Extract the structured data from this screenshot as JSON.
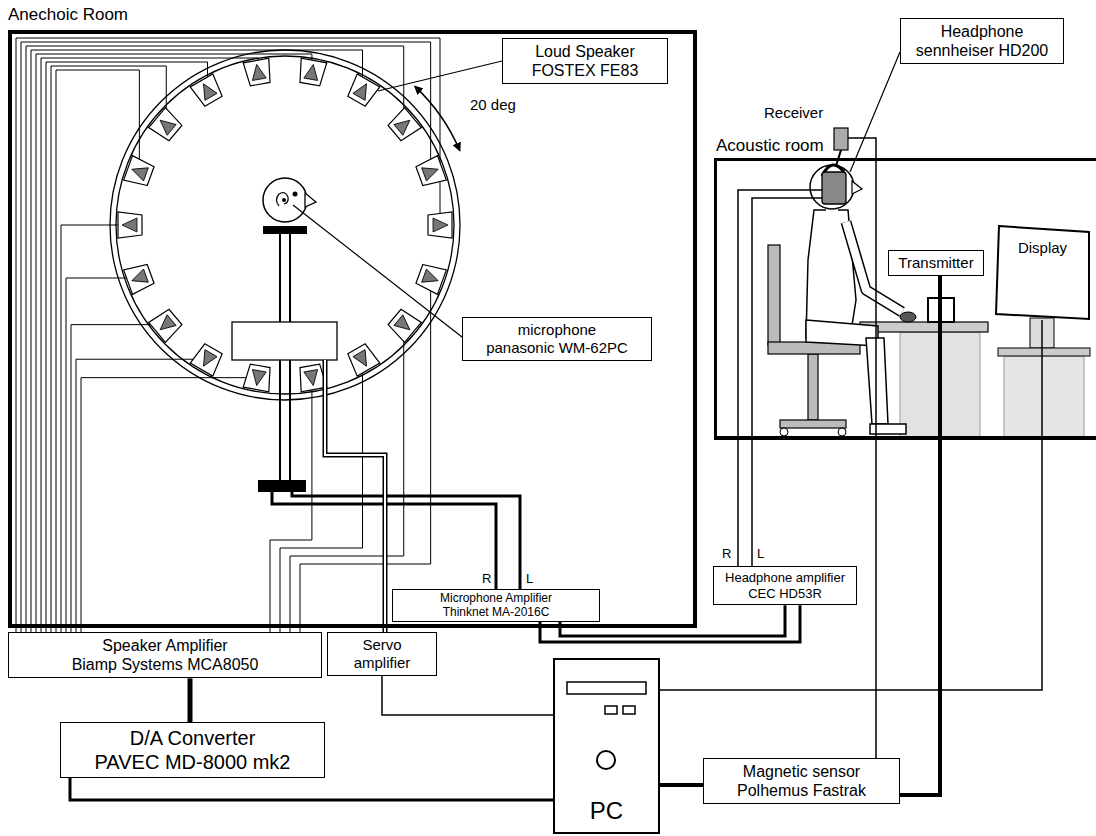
{
  "diagram": {
    "nodes": [
      {
        "text": [
          "Anechoic Room"
        ]
      },
      {
        "text": [
          "Loud Speaker",
          "FOSTEX FE83"
        ],
        "in": 0
      },
      {
        "text": [
          "microphone",
          "panasonic WM-62PC"
        ],
        "in": 0
      },
      {
        "text": [
          "Microphone Amplifier",
          "Thinknet MA-2016C"
        ],
        "in": 0
      },
      {
        "text": [
          "Acoustic room"
        ]
      },
      {
        "text": [
          "Headphone",
          "sennheiser HD200"
        ]
      },
      {
        "text": [
          "Transmitter"
        ],
        "in": 4
      },
      {
        "text": [
          "Display"
        ],
        "in": 4
      },
      {
        "text": [
          "Headphone amplifier",
          "CEC HD53R"
        ]
      },
      {
        "text": [
          "Speaker Amplifier",
          "Biamp Systems MCA8050"
        ]
      },
      {
        "text": [
          "Servo amplifier"
        ]
      },
      {
        "text": [
          "D/A Converter",
          "PAVEC MD-8000 mk2"
        ]
      },
      {
        "text": [
          "PC"
        ]
      },
      {
        "text": [
          "Magnetic sensor",
          "Polhemus Fastrak"
        ]
      }
    ],
    "edges": [
      {
        "from": 3,
        "to": 8,
        "arrow": "none"
      },
      {
        "from": 3,
        "to": 8,
        "arrow": "none"
      },
      {
        "from": 11,
        "to": 9,
        "arrow": "none"
      },
      {
        "from": 12,
        "to": 11,
        "arrow": "none"
      },
      {
        "from": 12,
        "to": 10,
        "arrow": "none"
      },
      {
        "from": 12,
        "to": 7,
        "arrow": "none"
      },
      {
        "from": 12,
        "to": 13,
        "arrow": "none"
      },
      {
        "from": 13,
        "to": 6,
        "arrow": "none"
      }
    ],
    "labels": [
      "20 deg",
      "Receiver",
      "R",
      "L",
      "R",
      "L"
    ]
  }
}
